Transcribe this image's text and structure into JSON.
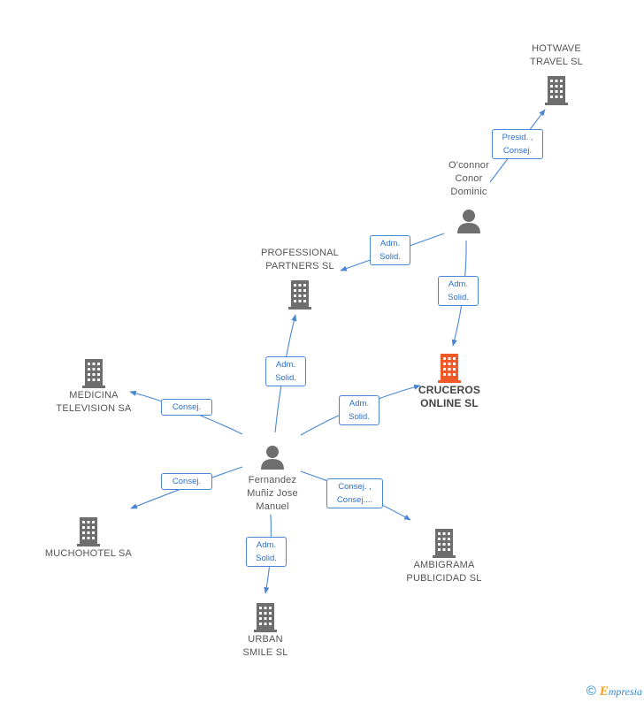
{
  "colors": {
    "edge": "#4a86d6",
    "icon": "#6e6e6e",
    "main_icon": "#f05a28"
  },
  "nodes": {
    "hotwave": {
      "label": "HOTWAVE\nTRAVEL SL",
      "icon": "building-icon"
    },
    "oconnor": {
      "label": "O'connor\nConor\nDominic",
      "icon": "person-icon"
    },
    "professional": {
      "label": "PROFESSIONAL\nPARTNERS SL",
      "icon": "building-icon"
    },
    "cruceros": {
      "label": "CRUCEROS\nONLINE SL",
      "icon": "building-icon"
    },
    "medicina": {
      "label": "MEDICINA\nTELEVISION SA",
      "icon": "building-icon"
    },
    "fernandez": {
      "label": "Fernandez\nMuñiz Jose\nManuel",
      "icon": "person-icon"
    },
    "muchohotel": {
      "label": "MUCHOHOTEL SA",
      "icon": "building-icon"
    },
    "ambigrama": {
      "label": "AMBIGRAMA\nPUBLICIDAD SL",
      "icon": "building-icon"
    },
    "urban": {
      "label": "URBAN\nSMILE SL",
      "icon": "building-icon"
    }
  },
  "edges": {
    "presid": "Presid. ,\nConsej.",
    "adm_prof_oc": "Adm.\nSolid.",
    "adm_cru_oc": "Adm.\nSolid.",
    "adm_prof_fm": "Adm.\nSolid.",
    "adm_cru_fm": "Adm.\nSolid.",
    "consej_med": "Consej.",
    "consej_much": "Consej.",
    "consej_amb": "Consej. ,\nConsej....",
    "adm_urban": "Adm.\nSolid."
  },
  "footer": {
    "copyright": "©",
    "brand_first": "E",
    "brand_rest": "mpresia"
  }
}
